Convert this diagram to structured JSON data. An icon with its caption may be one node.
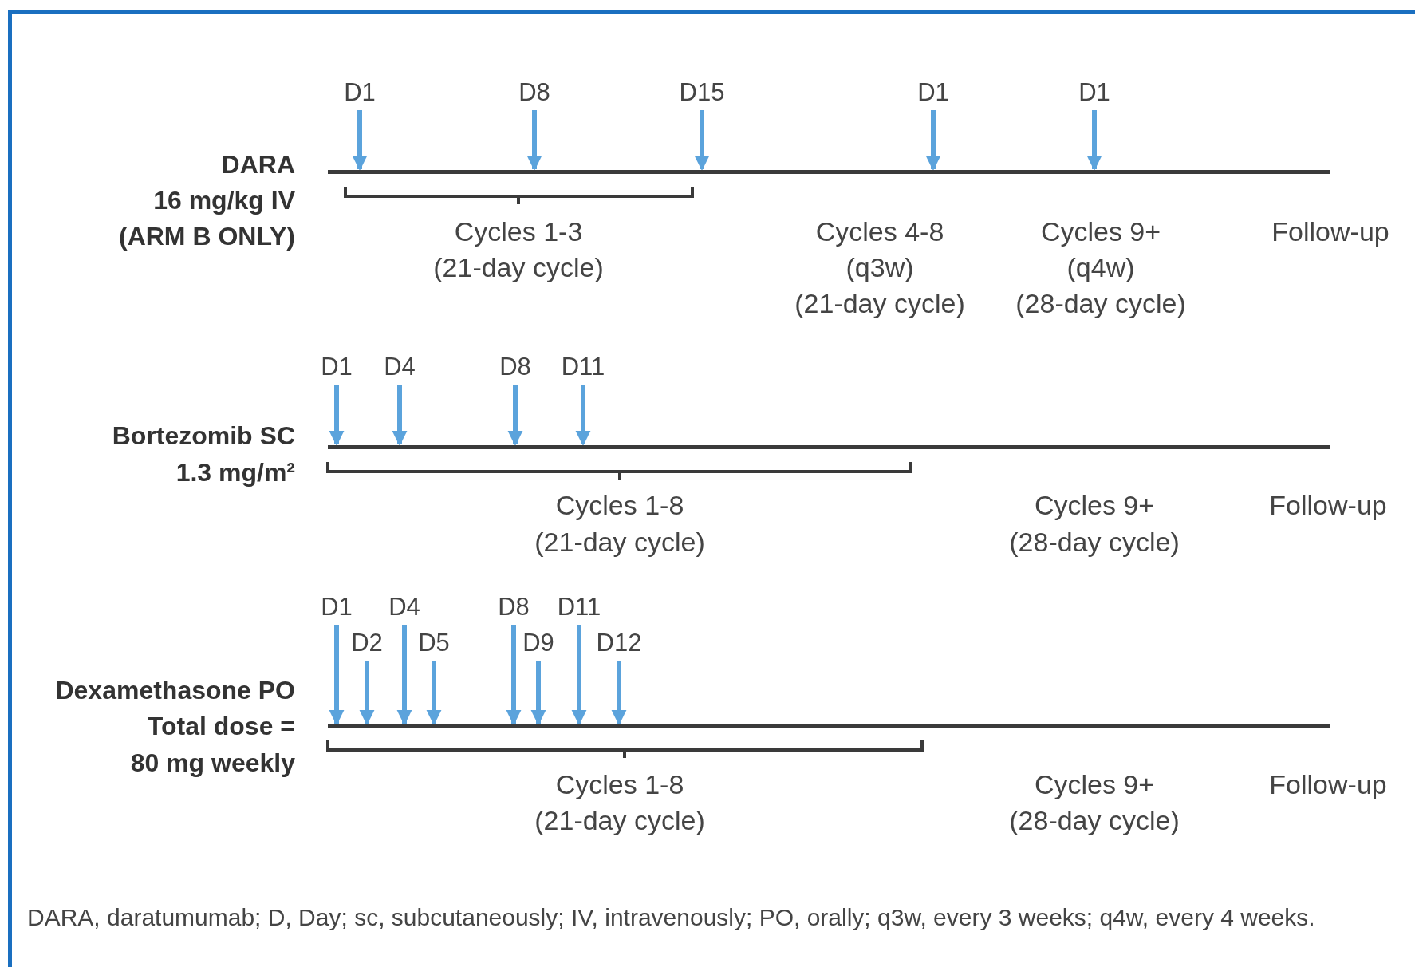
{
  "diagram": {
    "nodes": [
      {
        "text": [
          "D1"
        ]
      },
      {
        "text": [
          "D8"
        ]
      },
      {
        "text": [
          "D15"
        ]
      },
      {
        "text": [
          "D1"
        ]
      },
      {
        "text": [
          "D1"
        ]
      },
      {
        "text": [],
        "shape": "bar"
      },
      {
        "text": [
          "D1"
        ]
      },
      {
        "text": [
          "D4"
        ]
      },
      {
        "text": [
          "D8"
        ]
      },
      {
        "text": [
          "D11"
        ]
      },
      {
        "text": [],
        "shape": "bar"
      },
      {
        "text": [
          "D1"
        ]
      },
      {
        "text": [
          "D4"
        ]
      },
      {
        "text": [
          "D8"
        ]
      },
      {
        "text": [
          "D11"
        ]
      },
      {
        "text": [
          "D2"
        ]
      },
      {
        "text": [
          "D5"
        ]
      },
      {
        "text": [
          "D9"
        ]
      },
      {
        "text": [
          "D12"
        ]
      },
      {
        "text": [],
        "shape": "bar"
      }
    ],
    "edges": [
      {
        "from": 0,
        "to": 5,
        "arrow": "to"
      },
      {
        "from": 1,
        "to": 5,
        "arrow": "to"
      },
      {
        "from": 2,
        "to": 5,
        "arrow": "to"
      },
      {
        "from": 3,
        "to": 5,
        "arrow": "to"
      },
      {
        "from": 4,
        "to": 5,
        "arrow": "to"
      },
      {
        "from": 6,
        "to": 10,
        "arrow": "to"
      },
      {
        "from": 7,
        "to": 10,
        "arrow": "to"
      },
      {
        "from": 8,
        "to": 10,
        "arrow": "to"
      },
      {
        "from": 9,
        "to": 10,
        "arrow": "to"
      },
      {
        "from": 11,
        "to": 19,
        "arrow": "to"
      },
      {
        "from": 15,
        "to": 19,
        "arrow": "to"
      },
      {
        "from": 12,
        "to": 19,
        "arrow": "to"
      },
      {
        "from": 16,
        "to": 19,
        "arrow": "to"
      },
      {
        "from": 13,
        "to": 19,
        "arrow": "to"
      },
      {
        "from": 17,
        "to": 19,
        "arrow": "to"
      },
      {
        "from": 14,
        "to": 19,
        "arrow": "to"
      },
      {
        "from": 18,
        "to": 19,
        "arrow": "to"
      }
    ],
    "labels": [
      "DARA",
      "16 mg/kg IV",
      "(ARM B ONLY)",
      "Cycles 1-3",
      "(21-day cycle)",
      "Cycles 4-8",
      "(q3w)",
      "(21-day cycle)",
      "Cycles 9+",
      "(q4w)",
      "(28-day cycle)",
      "Follow-up",
      "Bortezomib SC",
      "1.3 mg/m²",
      "Cycles 1-8",
      "(21-day cycle)",
      "Cycles 9+",
      "(28-day cycle)",
      "Follow-up",
      "Dexamethasone PO",
      "Total dose =",
      "80 mg weekly",
      "Cycles 1-8",
      "(21-day cycle)",
      "Cycles 9+",
      "(28-day cycle)",
      "Follow-up",
      "DARA, daratumumab; D, Day; sc, subcutaneously; IV, intravenously; PO, orally; q3w, every 3 weeks; q4w, every 4 weeks."
    ]
  }
}
